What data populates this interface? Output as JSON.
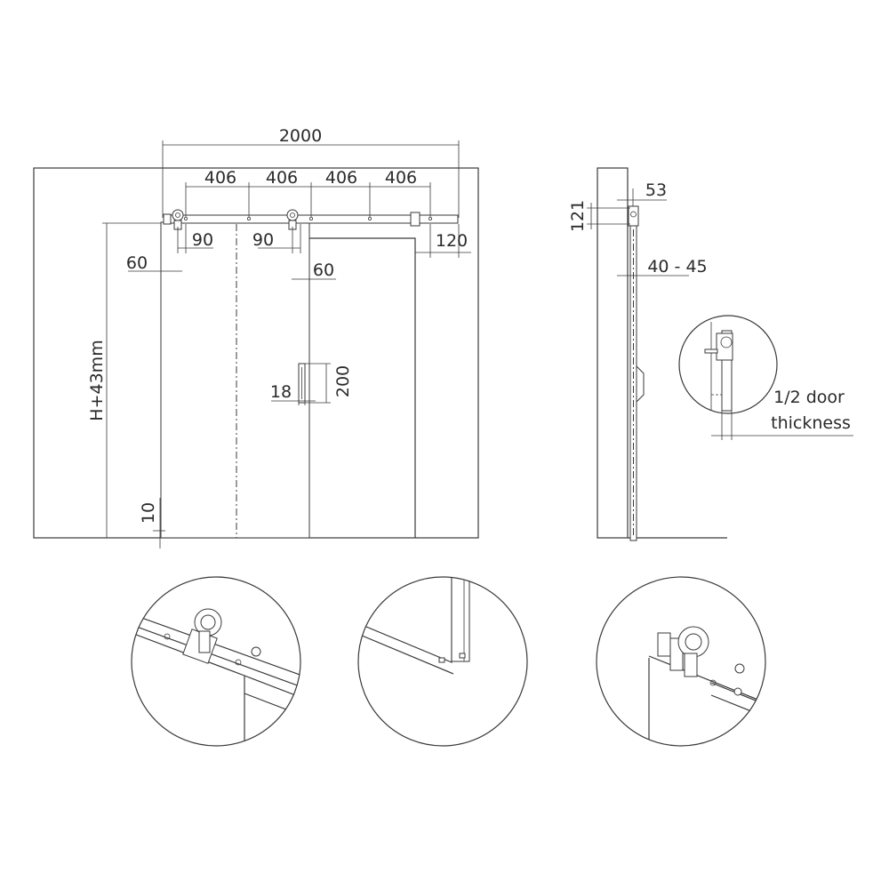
{
  "dimensions": {
    "overall_width": "2000",
    "spacing_1": "406",
    "spacing_2": "406",
    "spacing_3": "406",
    "spacing_4": "406",
    "left_offset_a": "90",
    "left_offset_b": "90",
    "right_overhang": "120",
    "left_edge": "60",
    "mid_edge": "60",
    "height": "H+43mm",
    "floor_gap": "10",
    "handle_width": "18",
    "handle_height": "200",
    "side_top": "53",
    "side_height": "121",
    "door_thickness_range": "40 - 45"
  },
  "callout": {
    "line1": "1/2 door",
    "line2": "thickness"
  }
}
